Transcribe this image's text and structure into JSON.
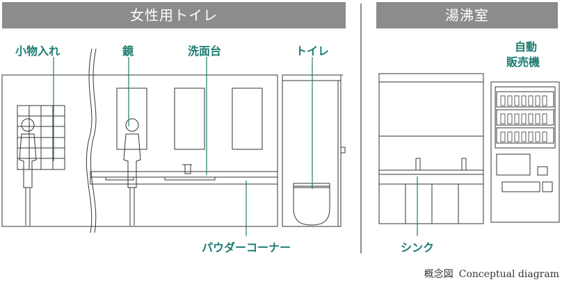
{
  "sections": {
    "womens_restroom": "女性用トイレ",
    "kitchenette": "湯沸室"
  },
  "labels": {
    "locker": "小物入れ",
    "mirror": "鏡",
    "washbasin": "洗面台",
    "toilet": "トイレ",
    "vending_line1": "自動",
    "vending_line2": "販売機",
    "powder_corner": "パウダーコーナー",
    "sink": "シンク"
  },
  "caption": {
    "ja": "概念図",
    "en": "Conceptual diagram"
  },
  "colors": {
    "accent": "#1a7b70",
    "banner": "#8c8c8c",
    "line": "#333333"
  }
}
